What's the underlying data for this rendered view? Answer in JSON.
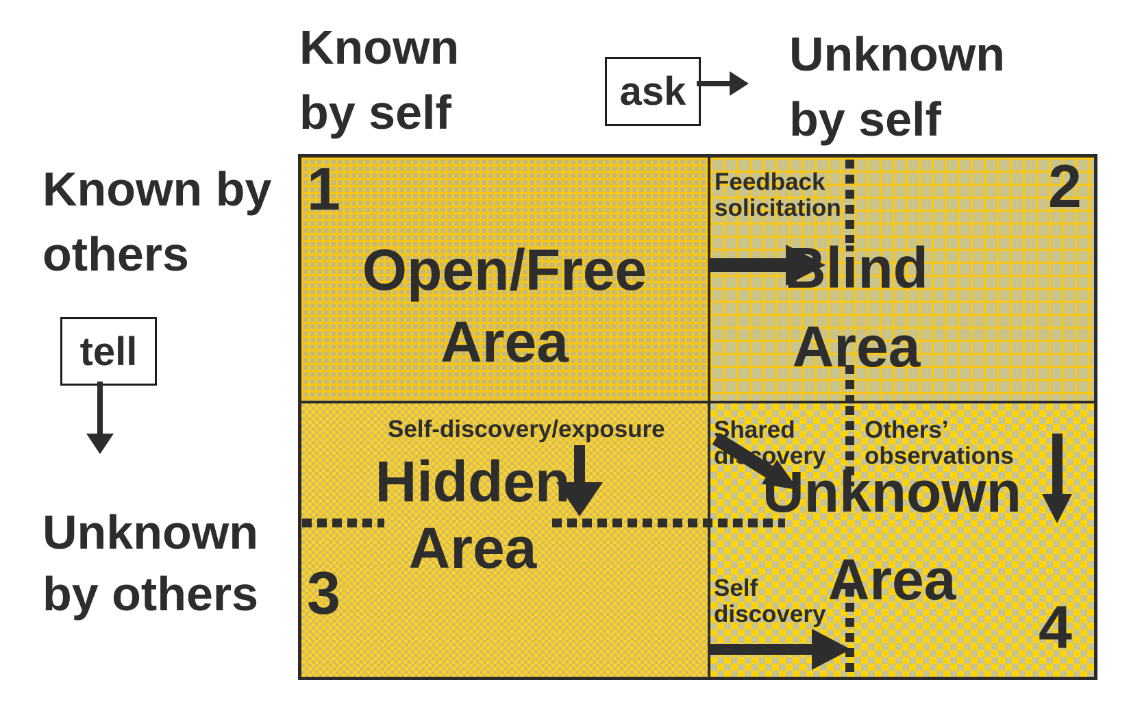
{
  "axes": {
    "known_by_self": "Known\nby self",
    "unknown_by_self": "Unknown\nby  self",
    "known_by_others": "Known by\nothers",
    "unknown_by_others": "Unknown\nby others"
  },
  "actions": {
    "ask": "ask",
    "tell": "tell"
  },
  "quadrants": {
    "q1": {
      "number": "1",
      "title": "Open/Free\nArea"
    },
    "q2": {
      "number": "2",
      "title": "Blind\nArea",
      "annotation": "Feedback\nsolicitation"
    },
    "q3": {
      "number": "3",
      "title": "Hidden\nArea",
      "annotation": "Self-discovery/exposure"
    },
    "q4": {
      "number": "4",
      "title": "Unknown\nArea",
      "annotation_shared": "Shared\ndiscovery",
      "annotation_others": "Others’\nobservations",
      "annotation_self": "Self\ndiscovery"
    }
  },
  "colors": {
    "ink": "#2d2d2d",
    "border": "#2b2b2b",
    "grid_line_yellow": "#fdc70f",
    "olive_fill": "#c3ba7e",
    "khaki_fill": "#c9c38c",
    "bright_yellow": "#ffd225",
    "checker_khaki": "#c8c394",
    "background": "#ffffff"
  }
}
